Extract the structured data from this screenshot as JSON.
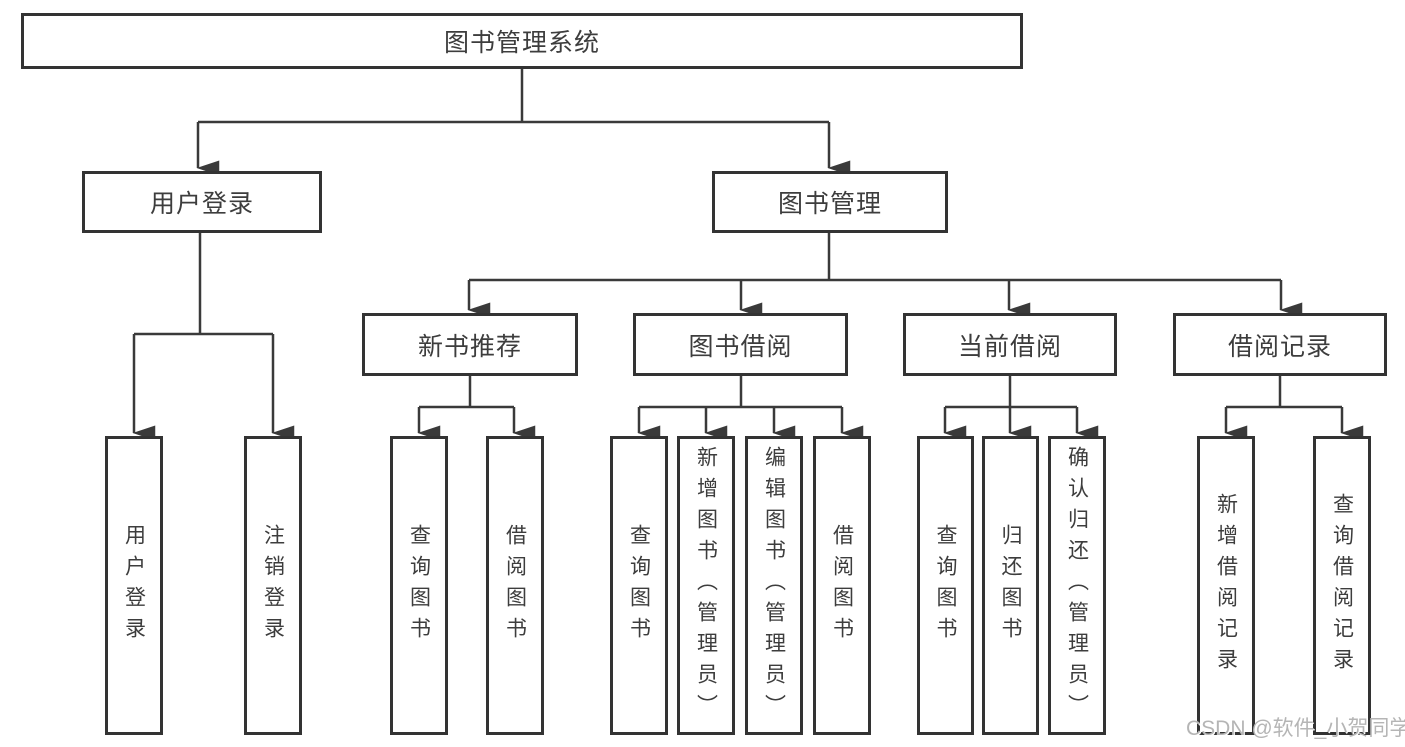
{
  "root": {
    "label": "图书管理系统"
  },
  "level2": {
    "user_login": {
      "label": "用户登录"
    },
    "book_mgmt": {
      "label": "图书管理"
    }
  },
  "level3": {
    "new_book": {
      "label": "新书推荐"
    },
    "book_borrow": {
      "label": "图书借阅"
    },
    "current_borrow": {
      "label": "当前借阅"
    },
    "borrow_record": {
      "label": "借阅记录"
    }
  },
  "leaves": {
    "user_login": {
      "login": "用户登录",
      "logout": "注销登录"
    },
    "new_book": {
      "query": "查询图书",
      "borrow": "借阅图书"
    },
    "book_borrow": {
      "query": "查询图书",
      "add": "新增图书（管理员）",
      "edit": "编辑图书（管理员）",
      "borrow": "借阅图书"
    },
    "current_borrow": {
      "query": "查询图书",
      "return": "归还图书",
      "confirm": "确认归还（管理员）"
    },
    "borrow_record": {
      "add": "新增借阅记录",
      "query": "查询借阅记录"
    }
  },
  "watermark": "CSDN @软件_小贺同学",
  "colors": {
    "line": "#3a3a3a",
    "border": "#333333",
    "text": "#3d3d3d",
    "watermark": "#b5b5b5",
    "background": "#ffffff"
  }
}
